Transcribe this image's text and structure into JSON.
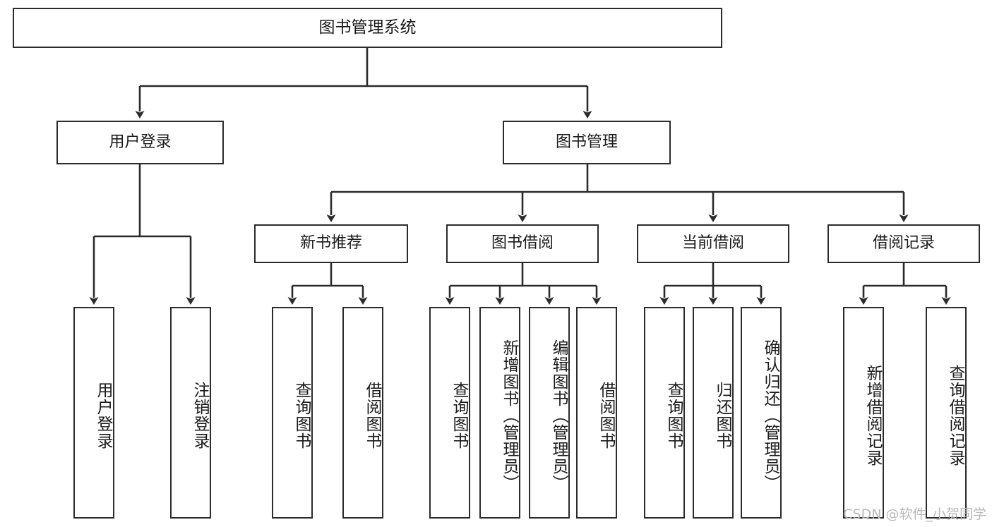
{
  "diagram": {
    "title": "图书管理系统",
    "watermark": "CSDN @软件_小贺同学",
    "colors": {
      "box_border": "#2b2b2b",
      "line": "#2b2b2b",
      "background": "#ffffff",
      "text": "#1b1b1b",
      "watermark": "#b9b9b9"
    },
    "nodes": {
      "root": {
        "label": "图书管理系统"
      },
      "level2": [
        {
          "label": "用户登录"
        },
        {
          "label": "图书管理"
        }
      ],
      "level3": [
        {
          "label": "新书推荐"
        },
        {
          "label": "图书借阅"
        },
        {
          "label": "当前借阅"
        },
        {
          "label": "借阅记录"
        }
      ],
      "leaves": {
        "user_login": [
          {
            "label": "用户登录"
          },
          {
            "label": "注销登录"
          }
        ],
        "new_book_recommend": [
          {
            "label": "查询图书"
          },
          {
            "label": "借阅图书"
          }
        ],
        "book_borrow": [
          {
            "label": "查询图书"
          },
          {
            "label": "新增图书（管理员）"
          },
          {
            "label": "编辑图书（管理员）"
          },
          {
            "label": "借阅图书"
          }
        ],
        "current_borrow": [
          {
            "label": "查询图书"
          },
          {
            "label": "归还图书"
          },
          {
            "label": "确认归还（管理员）"
          }
        ],
        "borrow_record": [
          {
            "label": "新增借阅记录"
          },
          {
            "label": "查询借阅记录"
          }
        ]
      }
    }
  }
}
